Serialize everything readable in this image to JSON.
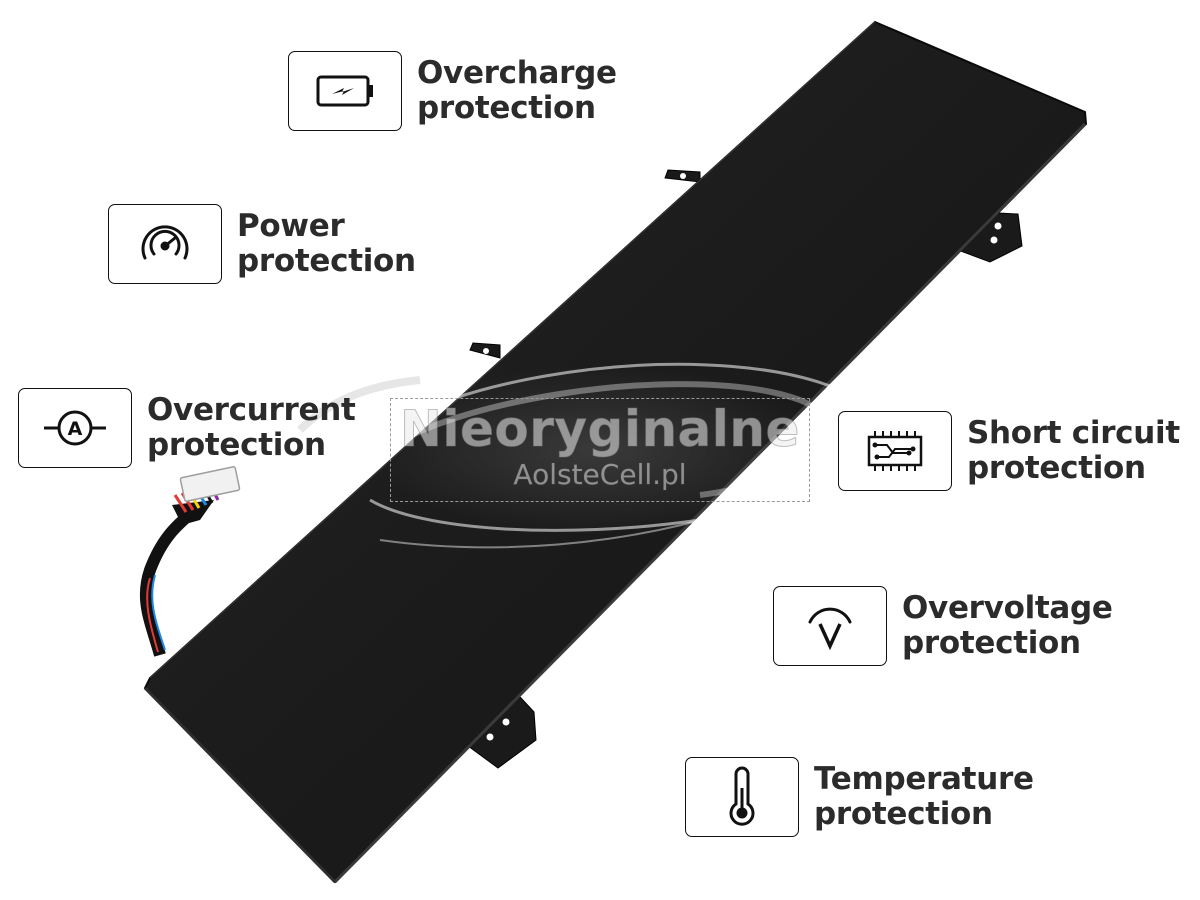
{
  "features": [
    {
      "id": "overcharge",
      "icon": "battery-charge-icon",
      "line1": "Overcharge",
      "line2": "protection"
    },
    {
      "id": "power",
      "icon": "power-gauge-icon",
      "line1": "Power",
      "line2": "protection"
    },
    {
      "id": "overcurrent",
      "icon": "ammeter-icon",
      "line1": "Overcurrent",
      "line2": "protection"
    },
    {
      "id": "short_circuit",
      "icon": "circuit-board-icon",
      "line1": "Short circuit",
      "line2": "protection"
    },
    {
      "id": "overvoltage",
      "icon": "voltmeter-icon",
      "line1": "Overvoltage",
      "line2": "protection"
    },
    {
      "id": "temperature",
      "icon": "thermometer-icon",
      "line1": "Temperature",
      "line2": "protection"
    }
  ],
  "watermark": {
    "main": "Nieoryginalne",
    "sub": "AolsteCell.pl"
  },
  "colors": {
    "battery": "#1a1a1a",
    "text": "#2b2b2b",
    "wire_colors": [
      "#e53935",
      "#ffd600",
      "#1e88e5",
      "#111111",
      "#ffffff",
      "#8e24aa"
    ]
  }
}
